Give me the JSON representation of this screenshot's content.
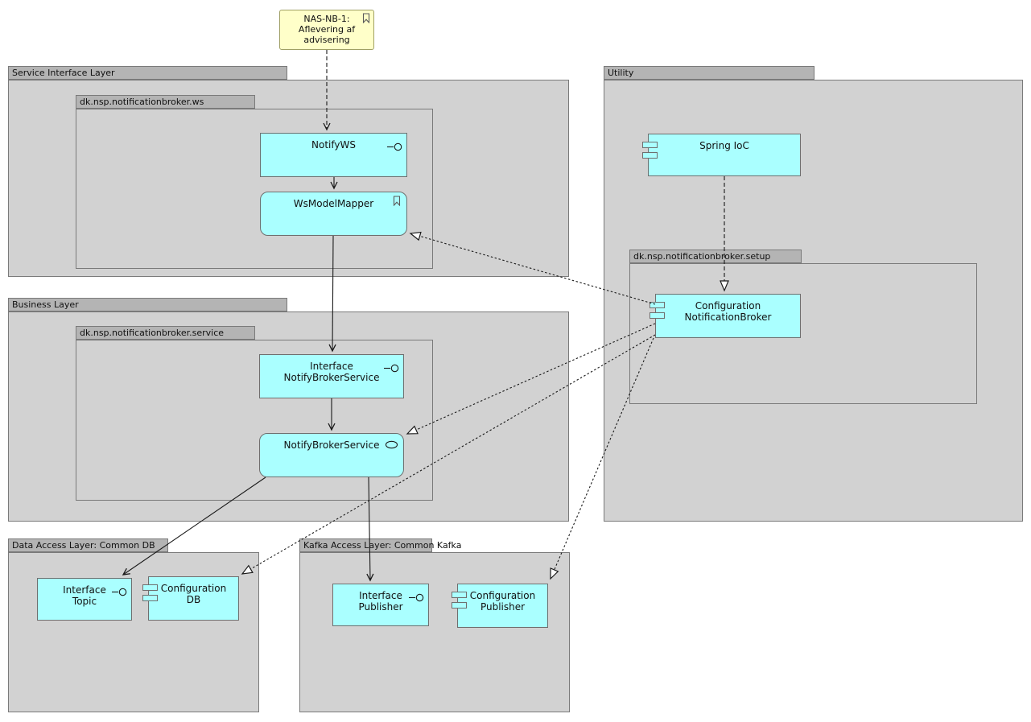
{
  "note": {
    "text": "NAS-NB-1:\nAflevering af\nadvisering"
  },
  "packages": {
    "service_interface_layer": "Service Interface Layer",
    "ws": "dk.nsp.notificationbroker.ws",
    "business_layer": "Business Layer",
    "service": "dk.nsp.notificationbroker.service",
    "utility": "Utility",
    "setup": "dk.nsp.notificationbroker.setup",
    "data_access": "Data Access Layer: Common DB",
    "kafka_access": "Kafka Access Layer: Common Kafka"
  },
  "components": {
    "notify_ws": "NotifyWS",
    "ws_model_mapper": "WsModelMapper",
    "interface_notify_broker_service": "Interface\nNotifyBrokerService",
    "notify_broker_service": "NotifyBrokerService",
    "spring_ioc": "Spring IoC",
    "configuration_notification_broker": "Configuration\nNotificationBroker",
    "interface_topic": "Interface\nTopic",
    "configuration_db": "Configuration\nDB",
    "interface_publisher": "Interface\nPublisher",
    "configuration_publisher": "Configuration\nPublisher"
  },
  "colors": {
    "background": "#ffffff",
    "package_fill": "#d2d2d2",
    "package_tab_fill": "#b4b4b4",
    "package_border": "#7a7a7a",
    "component_fill": "#aaffff",
    "component_border": "#6f6f6f",
    "note_fill": "#ffffc9",
    "note_border": "#a0a064",
    "connector": "#1a1a1a"
  }
}
